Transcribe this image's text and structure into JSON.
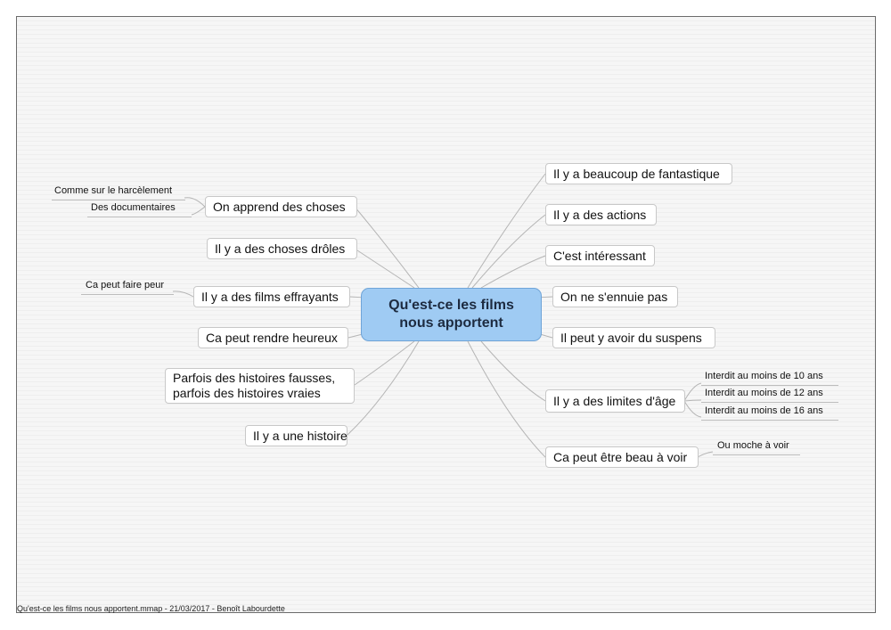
{
  "mindmap": {
    "center": {
      "line1": "Qu'est-ce les films",
      "line2": "nous apportent"
    },
    "left": {
      "apprend": "On apprend des choses",
      "droles": "Il y a des choses drôles",
      "effrayants": "Il y a des films effrayants",
      "heureux": "Ca peut rendre heureux",
      "histoires": "Parfois des histoires fausses, parfois des histoires vraies",
      "histoire": "Il y a une histoire"
    },
    "right": {
      "fantastique": "Il y a beaucoup de fantastique",
      "actions": "Il y a des actions",
      "interessant": "C'est intéressant",
      "ennuie": "On ne s'ennuie pas",
      "suspens": "Il peut y avoir du suspens",
      "limites": "Il y a des limites d'âge",
      "beau": "Ca peut être beau à voir"
    },
    "sub": {
      "harcelement": "Comme sur le harcèlement",
      "documentaires": "Des documentaires",
      "peur": "Ca peut faire peur",
      "ans10": "Interdit au moins de 10 ans",
      "ans12": "Interdit au moins de 12 ans",
      "ans16": "Interdit au moins de 16 ans",
      "moche": "Ou moche à voir"
    }
  },
  "footer": "Qu'est-ce les films nous apportent.mmap - 21/03/2017 - Benoît Labourdette"
}
